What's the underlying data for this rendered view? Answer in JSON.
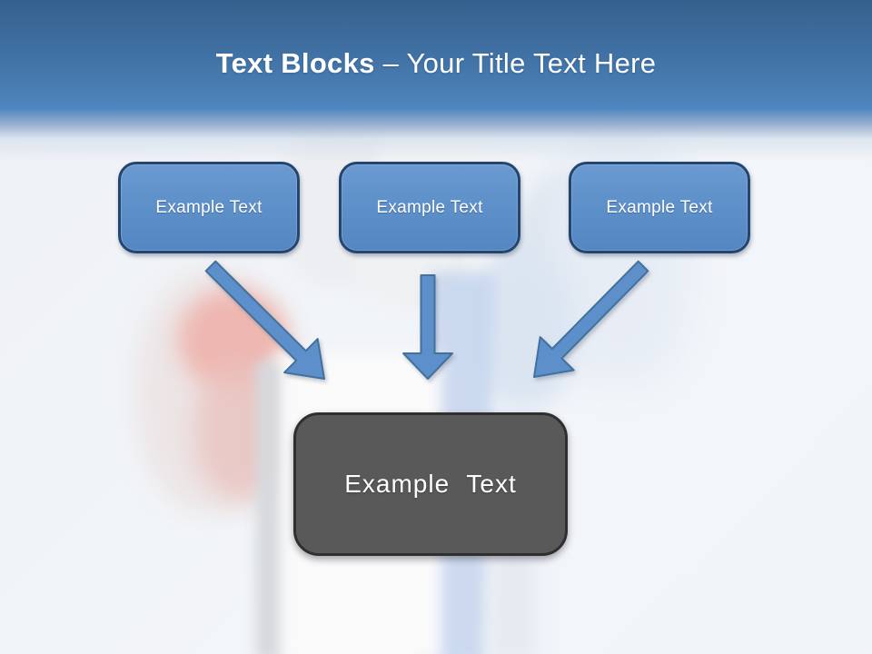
{
  "slide": {
    "header": {
      "title_bold": "Text Blocks",
      "title_rest": "– Your Title Text Here"
    },
    "text_blocks": [
      {
        "label": "Example Text"
      },
      {
        "label": "Example Text"
      },
      {
        "label": "Example Text"
      }
    ],
    "result_block": {
      "label": "Example Text"
    },
    "icons": {
      "arrow_1": "arrow-down-right-icon",
      "arrow_2": "arrow-down-icon",
      "arrow_3": "arrow-down-left-icon"
    },
    "colors": {
      "header_blue_top": "#35608e",
      "header_blue": "#4e86c0",
      "block_fill": "#5e90c9",
      "block_border": "#24456f",
      "arrow_fill": "#5d90ca",
      "arrow_border": "#41719c",
      "result_fill": "#595959",
      "result_border": "#2f2f2f",
      "text": "#ffffff"
    }
  }
}
